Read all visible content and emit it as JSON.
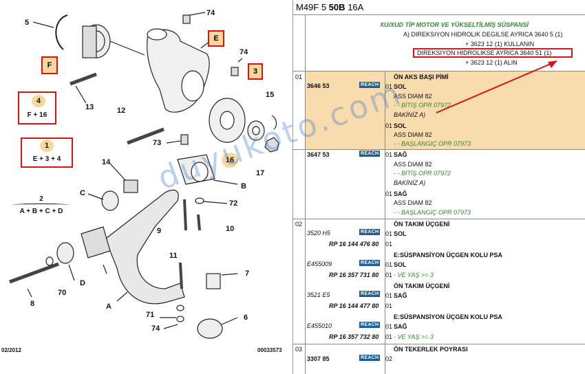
{
  "diagram": {
    "labels": {
      "n5": "5",
      "n74a": "74",
      "n13": "13",
      "n12": "12",
      "n74b": "74",
      "n15": "15",
      "n73": "73",
      "n16": "16",
      "n17": "17",
      "n14": "14",
      "nC": "C",
      "nB": "B",
      "n72": "72",
      "n9": "9",
      "n10": "10",
      "n11": "11",
      "n7": "7",
      "nD": "D",
      "n8": "8",
      "n70": "70",
      "nA": "A",
      "n71": "71",
      "n6": "6",
      "n74c": "74",
      "n3": "3",
      "nE": "E",
      "nF": "F"
    },
    "formulas": {
      "f1_top": "4",
      "f1_bottom": "F + 16",
      "f2_top": "1",
      "f2_bottom": "E + 3 + 4",
      "f3_top": "2",
      "f3_bottom": "A + B + C + D"
    },
    "footer_left": "02/2012",
    "footer_right": "00033573"
  },
  "catalog": {
    "header_model": "M49F 5",
    "header_bold": "50B",
    "header_rest": "16A",
    "title": "XU/XUD TİP MOTOR VE YÜKSELTİLMİŞ SÜSPANSİ",
    "note1": "A) DIREKSIYON HIDROLIK DEGILSE AYRICA 3640 5 (1)",
    "note2": "+ 3623 12 (1) KULLANIN",
    "note3": "DIREKSIYON HIDROLIKSE AYRICA 3640 51 (1)",
    "note4": "+ 3623 12 (1) ALIN",
    "reach": "REACH",
    "watermark": "duyukoto.com",
    "groups": [
      {
        "num": "01",
        "items": [
          {
            "ref": "3646 53",
            "qty": "01",
            "desc": "ÖN AKS BAŞI PİMİ",
            "side": "SOL",
            "spec": "ASS DIAM 82",
            "cond": "- - BİTİŞ OPR 07972",
            "extra": "BAKİNİZ A)"
          },
          {
            "qty": "01",
            "side": "SOL",
            "spec": "ASS DIAM 82",
            "cond": "- - BAŞLANGIÇ OPR 07973"
          },
          {
            "ref": "3647 53",
            "qty": "01",
            "side": "SAĞ",
            "spec": "ASS DIAM 82",
            "cond": "- - BİTİŞ OPR 07972",
            "extra": "BAKİNİZ A)"
          },
          {
            "qty": "01",
            "side": "SAĞ",
            "spec": "ASS DIAM 82",
            "cond": "- - BAŞLANGIÇ OPR 07973"
          }
        ]
      },
      {
        "num": "02",
        "items": [
          {
            "ref": "3520 H5",
            "qty": "01",
            "desc": "ÖN TAKIM ÜÇGENİ",
            "side": "SOL",
            "rp": "RP 16 144 476 80",
            "rpqty": "01"
          },
          {
            "ref": "E455009",
            "qty": "01",
            "desc": "E:SÜSPANSİYON ÜÇGEN KOLU PSA",
            "side": "SOL",
            "rp": "RP 16 357 731 80",
            "rpqty": "01",
            "cond": "- VE YAŞ >= 3"
          },
          {
            "ref": "3521 E5",
            "qty": "01",
            "desc": "ÖN TAKIM ÜÇGENİ",
            "side": "SAĞ",
            "rp": "RP 16 144 477 80",
            "rpqty": "01"
          },
          {
            "ref": "E455010",
            "qty": "01",
            "desc": "E:SÜSPANSİYON ÜÇGEN KOLU PSA",
            "side": "SAĞ",
            "rp": "RP 16 357 732 80",
            "rpqty": "01",
            "cond": "- VE YAŞ >= 3"
          }
        ]
      },
      {
        "num": "03",
        "items": [
          {
            "ref": "3307 85",
            "qty": "02",
            "desc": "ÖN TEKERLEK POYRASI"
          }
        ]
      }
    ]
  }
}
